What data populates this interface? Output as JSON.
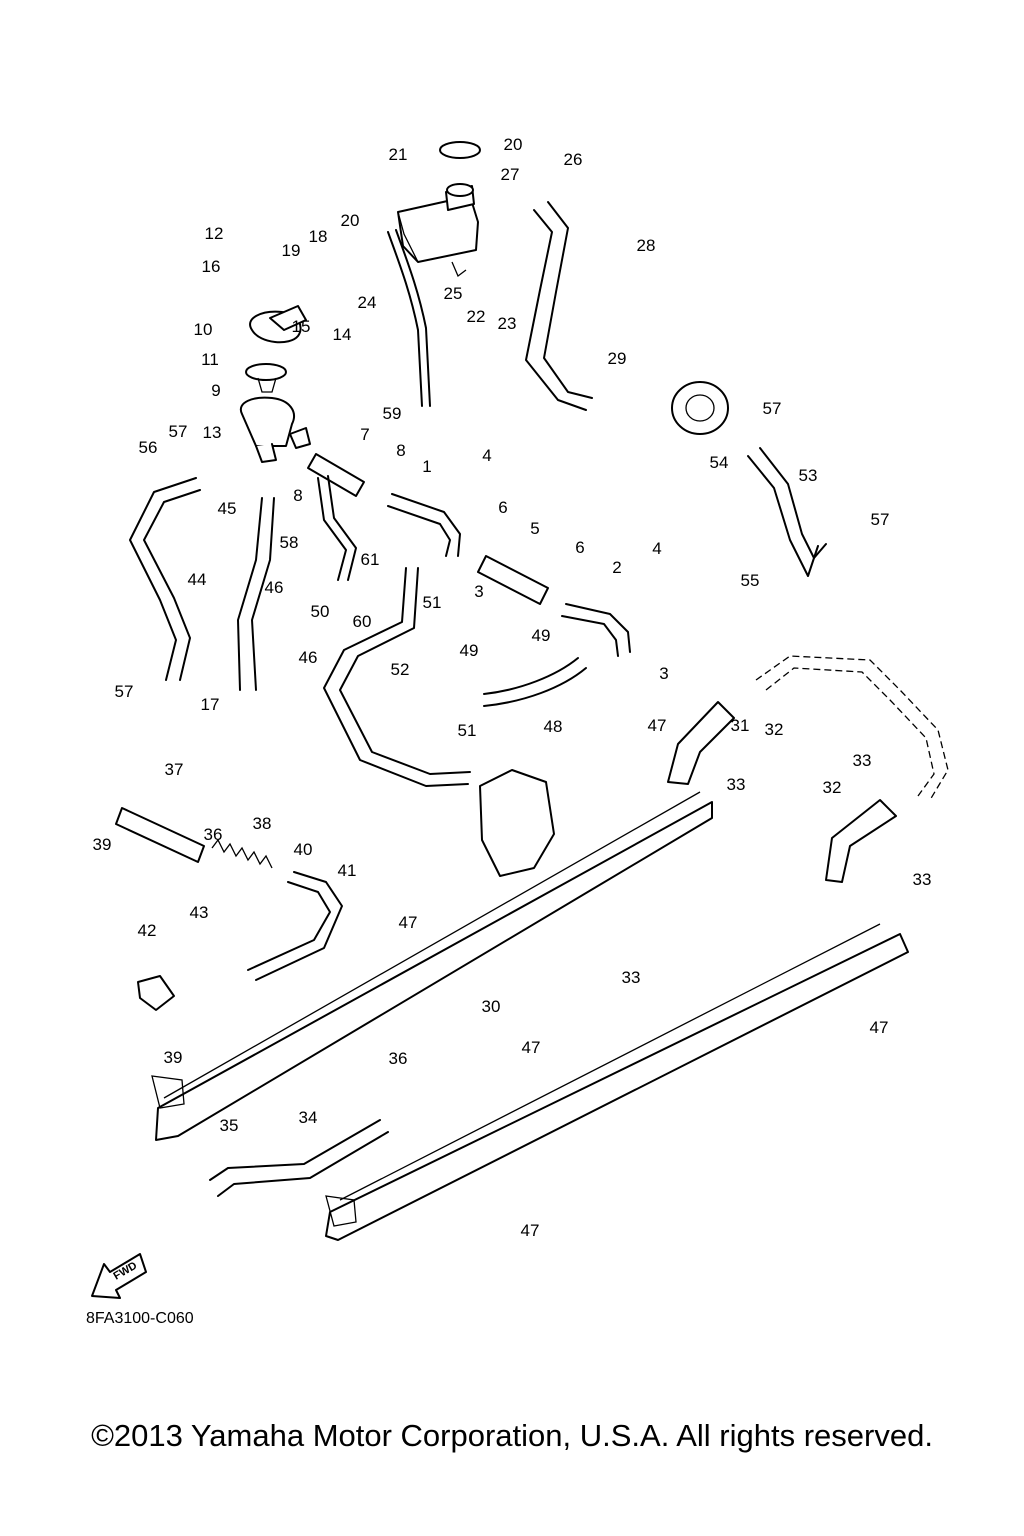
{
  "diagram_code": "8FA3100-C060",
  "copyright": "©2013 Yamaha Motor Corporation, U.S.A. All rights reserved.",
  "fwd_label": "FWD",
  "callouts": [
    "1",
    "2",
    "3",
    "3",
    "4",
    "4",
    "5",
    "6",
    "6",
    "7",
    "8",
    "8",
    "9",
    "10",
    "11",
    "12",
    "13",
    "14",
    "15",
    "16",
    "17",
    "18",
    "19",
    "20",
    "20",
    "21",
    "22",
    "23",
    "24",
    "25",
    "26",
    "27",
    "28",
    "29",
    "30",
    "31",
    "32",
    "32",
    "33",
    "33",
    "33",
    "33",
    "34",
    "35",
    "36",
    "36",
    "37",
    "38",
    "39",
    "39",
    "40",
    "41",
    "42",
    "43",
    "44",
    "45",
    "46",
    "46",
    "47",
    "47",
    "47",
    "47",
    "47",
    "48",
    "49",
    "49",
    "50",
    "51",
    "51",
    "52",
    "53",
    "54",
    "55",
    "56",
    "57",
    "57",
    "57",
    "57",
    "58",
    "59",
    "60",
    "61"
  ]
}
